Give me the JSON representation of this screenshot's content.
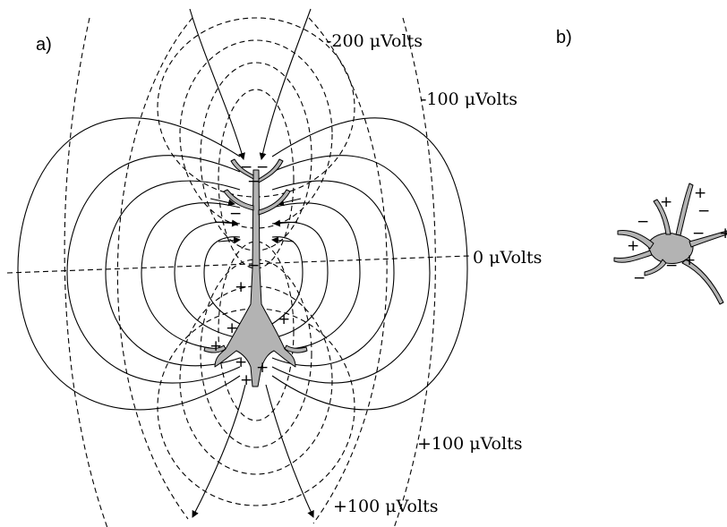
{
  "panels": {
    "a": "a)",
    "b": "b)"
  },
  "labels": {
    "minus200": "-200 μVolts",
    "minus100": "-100 μVolts",
    "zero": "0 μVolts",
    "plus100_upper": "+100 μVolts",
    "plus100_lower": "+100 μVolts"
  },
  "signs": {
    "plus": "+",
    "minus": "−"
  },
  "colors": {
    "neuron_fill": "#b3b3b3",
    "line": "#000000"
  }
}
